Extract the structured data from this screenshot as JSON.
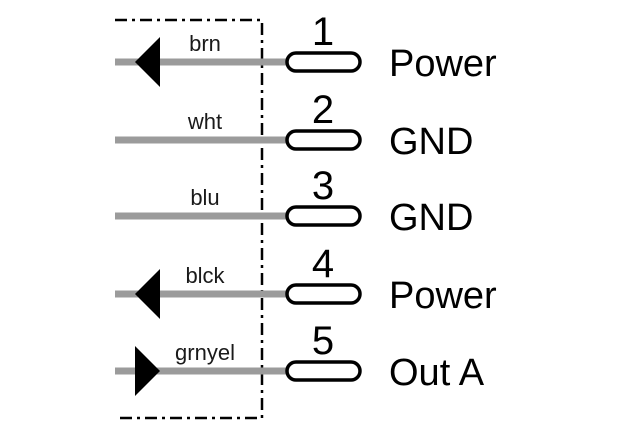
{
  "pins": [
    {
      "number": "1",
      "signal": "Power",
      "wire_color": "brn",
      "arrow": "in"
    },
    {
      "number": "2",
      "signal": "GND",
      "wire_color": "wht",
      "arrow": "none"
    },
    {
      "number": "3",
      "signal": "GND",
      "wire_color": "blu",
      "arrow": "none"
    },
    {
      "number": "4",
      "signal": "Power",
      "wire_color": "blck",
      "arrow": "in"
    },
    {
      "number": "5",
      "signal": "Out A",
      "wire_color": "grnyel",
      "arrow": "out"
    }
  ],
  "colors": {
    "wire": "#9b9b9b",
    "line": "#000000",
    "background": "#ffffff"
  }
}
